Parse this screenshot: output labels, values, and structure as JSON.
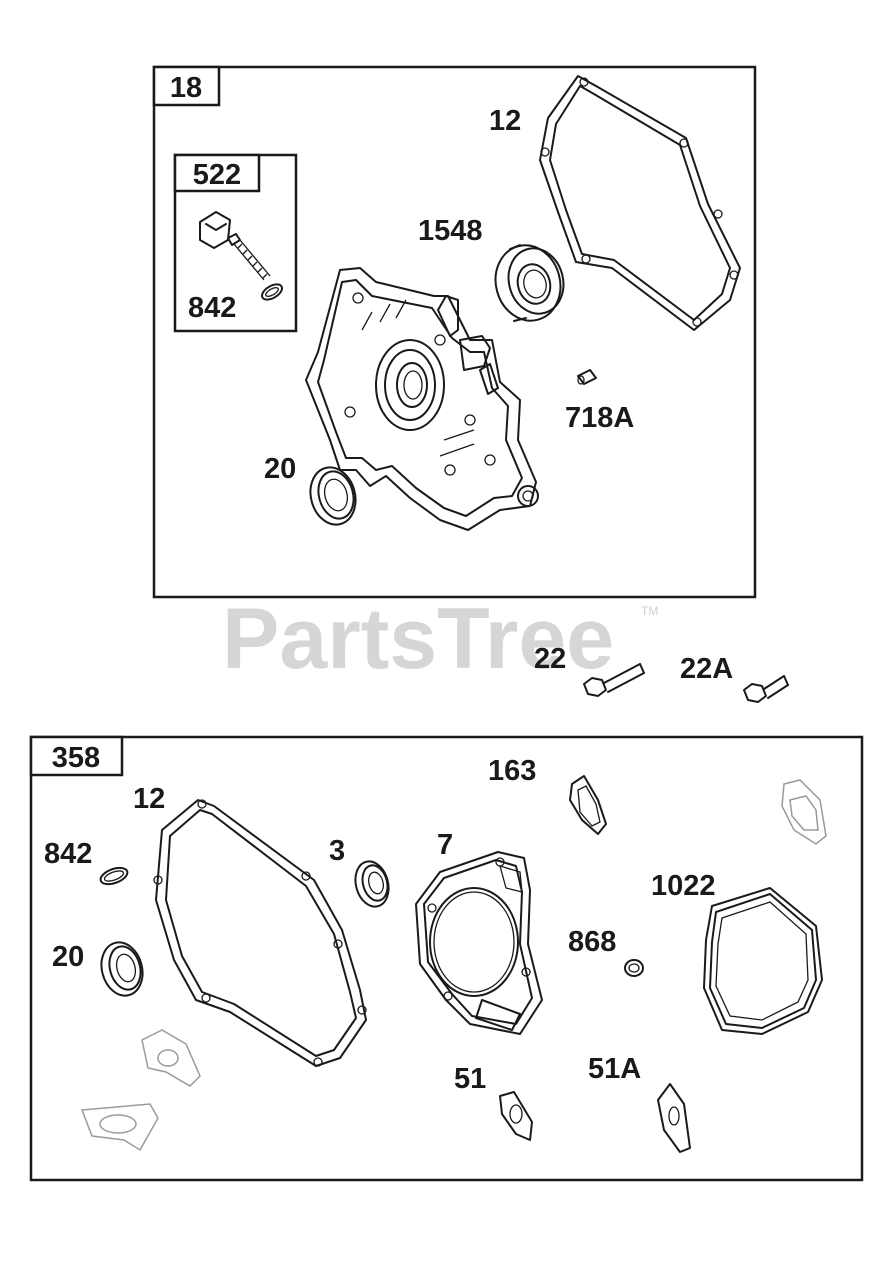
{
  "watermark": {
    "text": "PartsTree",
    "trademark": "TM"
  },
  "group_18": {
    "box_label": "18",
    "sub_box": {
      "label": "522",
      "part_label": "842"
    },
    "labels": {
      "gasket": "12",
      "bearing": "1548",
      "dowel": "718A",
      "seal": "20"
    }
  },
  "bolts": {
    "bolt_22": "22",
    "bolt_22a": "22A"
  },
  "group_358": {
    "box_label": "358",
    "labels": {
      "gasket": "12",
      "oring": "842",
      "seal_20": "20",
      "seal_3": "3",
      "head_gasket": "7",
      "gasket_163": "163",
      "grommet_868": "868",
      "cover_gasket_1022": "1022",
      "gasket_51": "51",
      "gasket_51a": "51A"
    }
  }
}
